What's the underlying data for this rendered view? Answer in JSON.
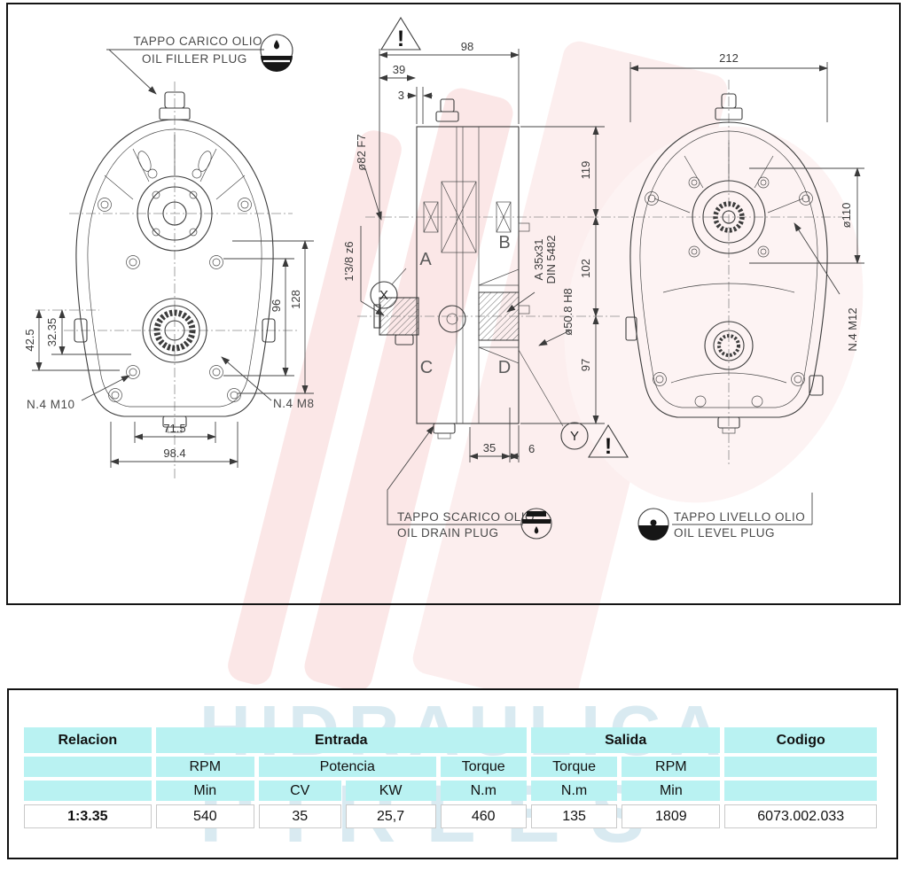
{
  "colors": {
    "accent_cyan": "#b9f2f2",
    "frame_black": "#141414",
    "drawing_line": "#3c3c3c",
    "brand_pink": "#fbe7e7",
    "watermark_blue": "#c4deea"
  },
  "drawing": {
    "filler": {
      "it": "TAPPO CARICO OLIO",
      "en": "OIL FILLER PLUG"
    },
    "drain": {
      "it": "TAPPO SCARICO OLIO",
      "en": "OIL DRAIN PLUG"
    },
    "level": {
      "it": "TAPPO LIVELLO OLIO",
      "en": "OIL LEVEL PLUG"
    },
    "dims": {
      "d42_5": "42.5",
      "d32_35": "32.35",
      "d96": "96",
      "d128": "128",
      "d71_5": "71.5",
      "d98_4": "98.4",
      "d98": "98",
      "d39": "39",
      "d3": "3",
      "d119": "119",
      "d102": "102",
      "d97": "97",
      "d35": "35",
      "d6": "6",
      "d212": "212",
      "dia110": "ø110",
      "dia82": "ø82 F7",
      "dia50_8": "ø50.8 H8",
      "spline_shaft": "1'3/8 z6",
      "spline_hub_1": "A 35x31",
      "spline_hub_2": "DIN 5482"
    },
    "notes": {
      "n4_m10": "N.4 M10",
      "n4_m8": "N.4 M8",
      "n4_m12": "N.4 M12"
    },
    "balloons": {
      "x": "X",
      "y": "Y"
    },
    "section_points": {
      "a": "A",
      "b": "B",
      "c": "C",
      "d": "D"
    },
    "warning_mark": "!"
  },
  "table": {
    "watermark": {
      "line1": "HIDRAULICA",
      "line2": "PIRLES"
    },
    "headers": {
      "relacion": "Relacion",
      "entrada": "Entrada",
      "salida": "Salida",
      "codigo": "Codigo"
    },
    "subheaders": {
      "rpm_in": "RPM",
      "potencia": "Potencia",
      "torque_in": "Torque",
      "torque_out": "Torque",
      "rpm_out": "RPM"
    },
    "units": {
      "min_in": "Min",
      "cv": "CV",
      "kw": "KW",
      "nm_in": "N.m",
      "nm_out": "N.m",
      "min_out": "Min"
    },
    "row": {
      "relacion": "1:3.35",
      "rpm_in": "540",
      "cv": "35",
      "kw": "25,7",
      "torque_in": "460",
      "torque_out": "135",
      "rpm_out": "1809",
      "codigo": "6073.002.033"
    }
  }
}
